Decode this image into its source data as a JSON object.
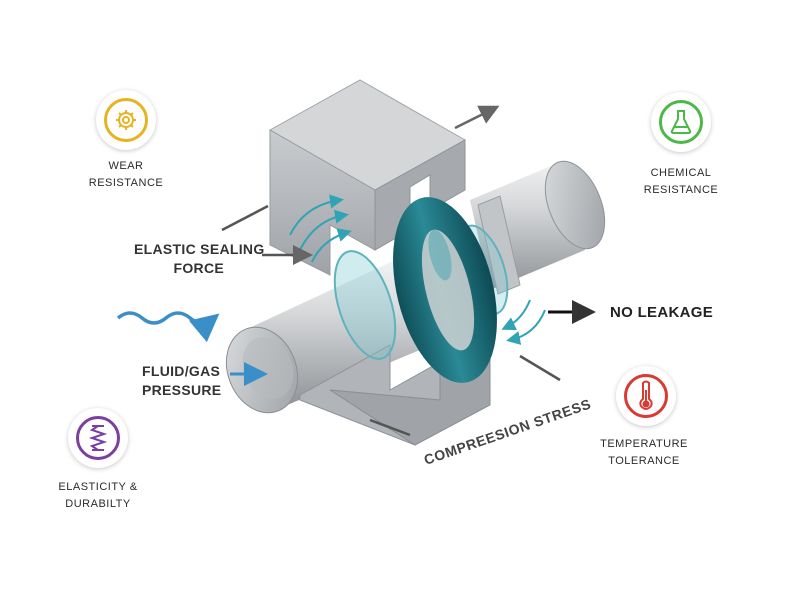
{
  "properties": {
    "wear": {
      "line1": "WEAR",
      "line2": "RESISTANCE",
      "color": "#E8B321",
      "icon": "gear-icon"
    },
    "chemical": {
      "line1": "CHEMICAL",
      "line2": "RESISTANCE",
      "color": "#4CB848",
      "icon": "flask-icon"
    },
    "elasticity": {
      "line1": "ELASTICITY &",
      "line2": "DURABILTY",
      "color": "#7A3FA0",
      "icon": "spring-icon"
    },
    "temperature": {
      "line1": "TEMPERATURE",
      "line2": "TOLERANCE",
      "color": "#D93A32",
      "icon": "thermometer-icon"
    }
  },
  "callouts": {
    "elastic_line1": "ELASTIC SEALING",
    "elastic_line2": "FORCE",
    "fluid_line1": "FLUID/GAS",
    "fluid_line2": "PRESSURE",
    "no_leakage": "NO LEAKAGE",
    "compression": "COMPREESION STRESS"
  },
  "colors": {
    "oring": "#15626E",
    "housing": "#B9BDC1",
    "shaft": "#C7C9CC",
    "flow": "#3A8FC9",
    "force_arrows": "#2FA4B5"
  }
}
